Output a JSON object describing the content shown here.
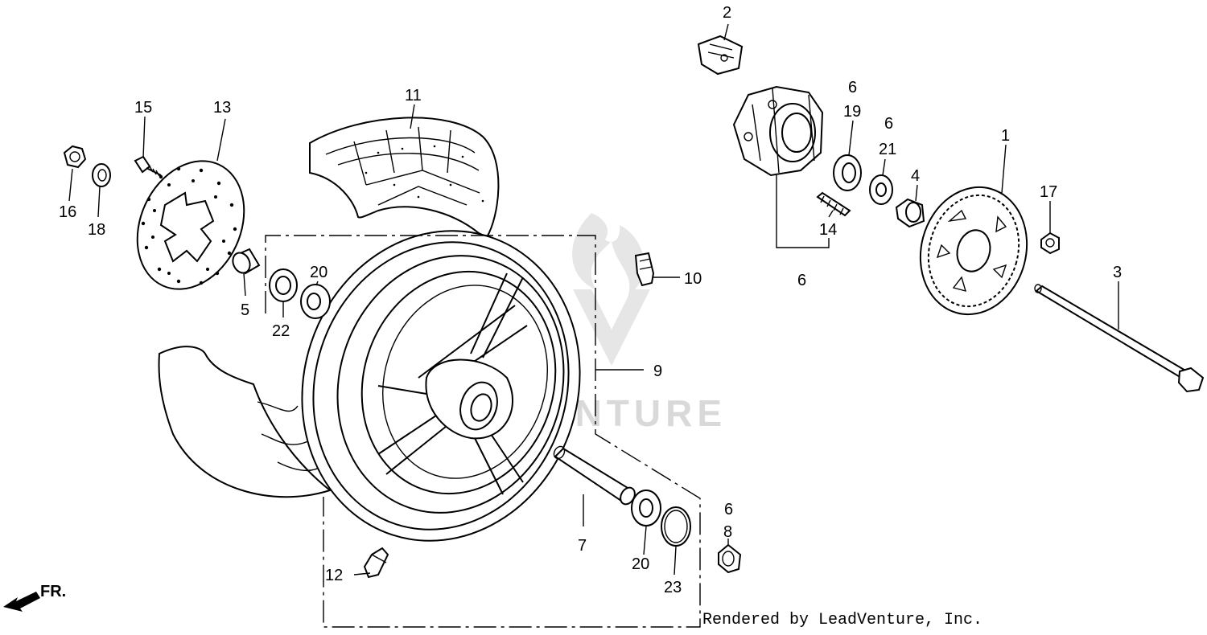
{
  "credit": "Rendered by LeadVenture, Inc.",
  "watermark": "LEADVENTURE",
  "direction_label": "FR.",
  "callouts": [
    {
      "id": "1",
      "text": "1"
    },
    {
      "id": "2",
      "text": "2"
    },
    {
      "id": "3",
      "text": "3"
    },
    {
      "id": "4",
      "text": "4"
    },
    {
      "id": "5",
      "text": "5"
    },
    {
      "id": "6a",
      "text": "6"
    },
    {
      "id": "6b",
      "text": "6"
    },
    {
      "id": "6c",
      "text": "6"
    },
    {
      "id": "6d",
      "text": "6"
    },
    {
      "id": "7",
      "text": "7"
    },
    {
      "id": "8",
      "text": "8"
    },
    {
      "id": "9",
      "text": "9"
    },
    {
      "id": "10",
      "text": "10"
    },
    {
      "id": "11",
      "text": "11"
    },
    {
      "id": "12",
      "text": "12"
    },
    {
      "id": "13",
      "text": "13"
    },
    {
      "id": "14",
      "text": "14"
    },
    {
      "id": "15",
      "text": "15"
    },
    {
      "id": "16",
      "text": "16"
    },
    {
      "id": "17",
      "text": "17"
    },
    {
      "id": "18",
      "text": "18"
    },
    {
      "id": "19",
      "text": "19"
    },
    {
      "id": "20a",
      "text": "20"
    },
    {
      "id": "20b",
      "text": "20"
    },
    {
      "id": "21",
      "text": "21"
    },
    {
      "id": "22",
      "text": "22"
    },
    {
      "id": "23",
      "text": "23"
    }
  ]
}
